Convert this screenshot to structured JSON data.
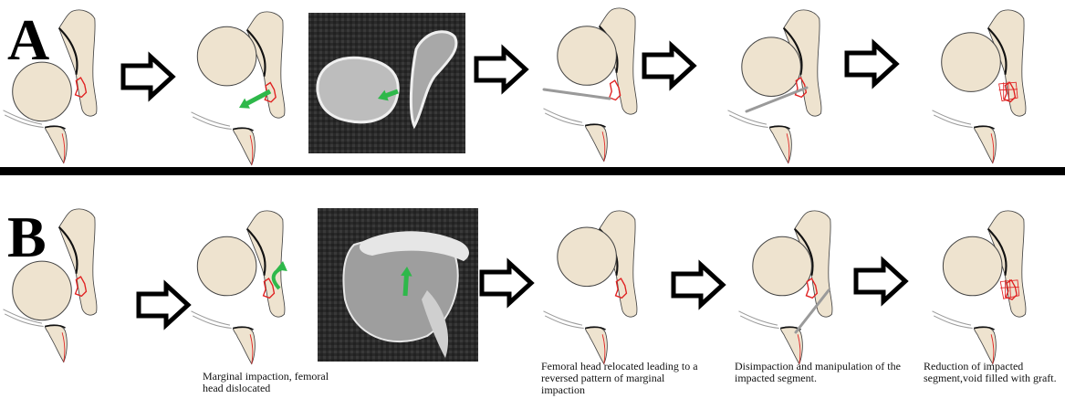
{
  "panels": {
    "top_label": "A",
    "bottom_label": "B"
  },
  "captions": {
    "step_dislocated": "Marginal impaction, femoral head dislocated",
    "step_relocated": "Femoral head relocated leading to a reversed pattern of marginal impaction",
    "step_disimpaction": "Disimpaction and manipulation of the impacted segment.",
    "step_reduction": "Reduction of impacted segment,void filled with graft."
  },
  "colors": {
    "bone_fill": "#eee3cf",
    "outline": "#444444",
    "cortex": "#111111",
    "impaction": "#e02020",
    "indicator_arrow": "#2eb84a",
    "instrument": "#9a9a9a",
    "ct_background": "#2a2a2a"
  },
  "icons": {
    "flow": "hollow-right-arrow-icon",
    "direction": "green-arrow-icon",
    "instrument": "elevator-instrument-icon"
  }
}
